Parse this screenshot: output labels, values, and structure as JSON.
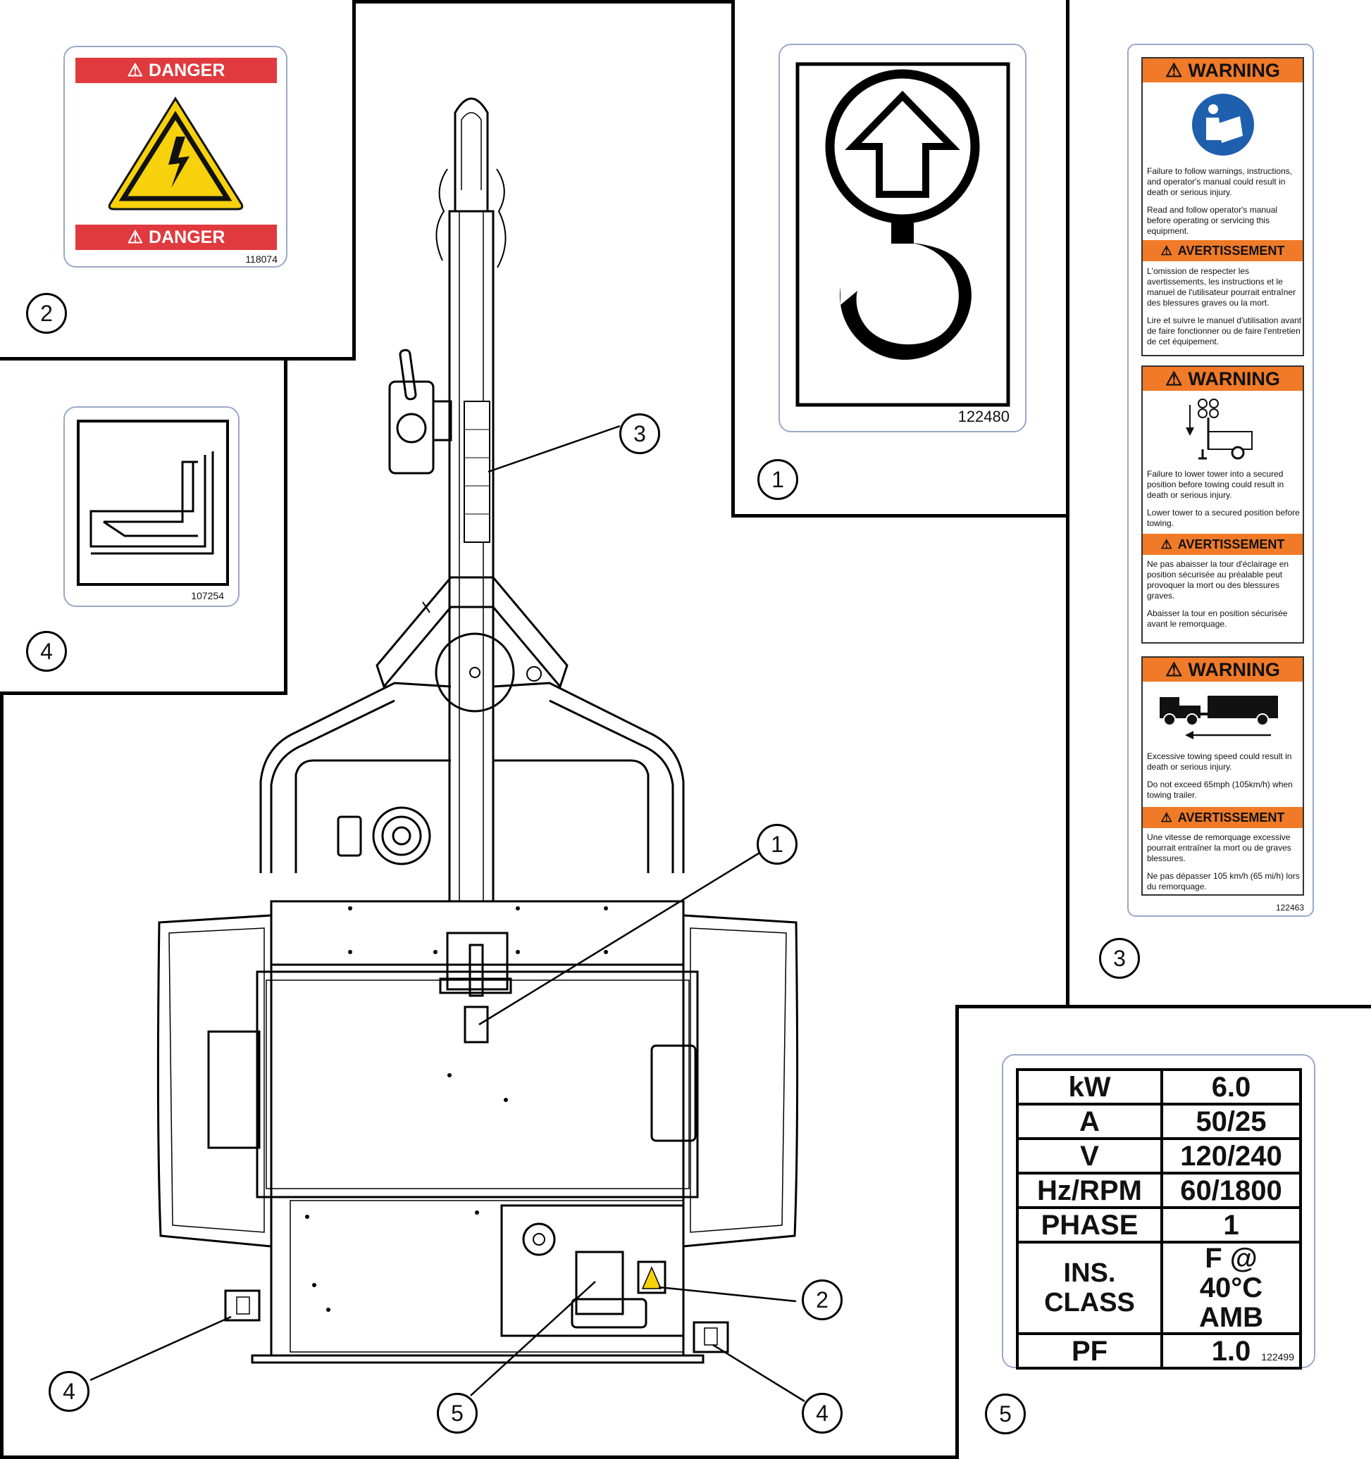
{
  "callouts": {
    "one": "1",
    "two": "2",
    "three": "3",
    "four": "4",
    "five": "5"
  },
  "decal_118074": {
    "top": "DANGER",
    "bottom": "DANGER",
    "number": "118074"
  },
  "decal_107254": {
    "number": "107254"
  },
  "decal_122480": {
    "number": "122480"
  },
  "decal_122463": {
    "number": "122463",
    "w1_title": "WARNING",
    "w1_en_1": "Failure to follow warnings, instructions, and operator's manual could result in death or serious injury.",
    "w1_en_2": "Read and follow operator's manual before operating or servicing this equipment.",
    "a1_title": "AVERTISSEMENT",
    "a1_fr_1": "L'omission de respecter les avertissements, les instructions et le manuel de l'utilisateur pourrait entraîner des blessures graves ou la mort.",
    "a1_fr_2": "Lire et suivre le manuel d'utilisation avant de faire fonctionner ou de faire l'entretien de cet équipement.",
    "w2_title": "WARNING",
    "w2_en_1": "Failure to lower tower into a secured position before towing could result in death or serious injury.",
    "w2_en_2": "Lower tower to a secured position before towing.",
    "a2_title": "AVERTISSEMENT",
    "a2_fr_1": "Ne pas abaisser la tour d'éclairage en position sécurisée au préalable peut provoquer la mort ou des blessures graves.",
    "a2_fr_2": "Abaisser la tour en position sécurisée avant le remorquage.",
    "w3_title": "WARNING",
    "w3_en_1": "Excessive towing speed could result in death or serious injury.",
    "w3_en_2": "Do not exceed 65mph (105km/h) when towing trailer.",
    "a3_title": "AVERTISSEMENT",
    "a3_fr_1": "Une vitesse de remorquage excessive pourrait entraîner la mort ou de graves blessures.",
    "a3_fr_2": "Ne pas dépasser 105 km/h (65 mi/h) lors du remorquage."
  },
  "decal_122499": {
    "number": "122499",
    "rows": [
      {
        "label": "kW",
        "value": "6.0"
      },
      {
        "label": "A",
        "value": "50/25"
      },
      {
        "label": "V",
        "value": "120/240"
      },
      {
        "label": "Hz/RPM",
        "value": "60/1800"
      },
      {
        "label": "PHASE",
        "value": "1"
      },
      {
        "label": "INS. CLASS",
        "value": "F @ 40°C AMB"
      },
      {
        "label": "PF",
        "value": "1.0"
      }
    ]
  },
  "colors": {
    "danger_red": "#e03a3e",
    "warning_orange": "#f07a28",
    "hazard_yellow": "#f6d10c",
    "mandatory_blue": "#1e5fae"
  }
}
